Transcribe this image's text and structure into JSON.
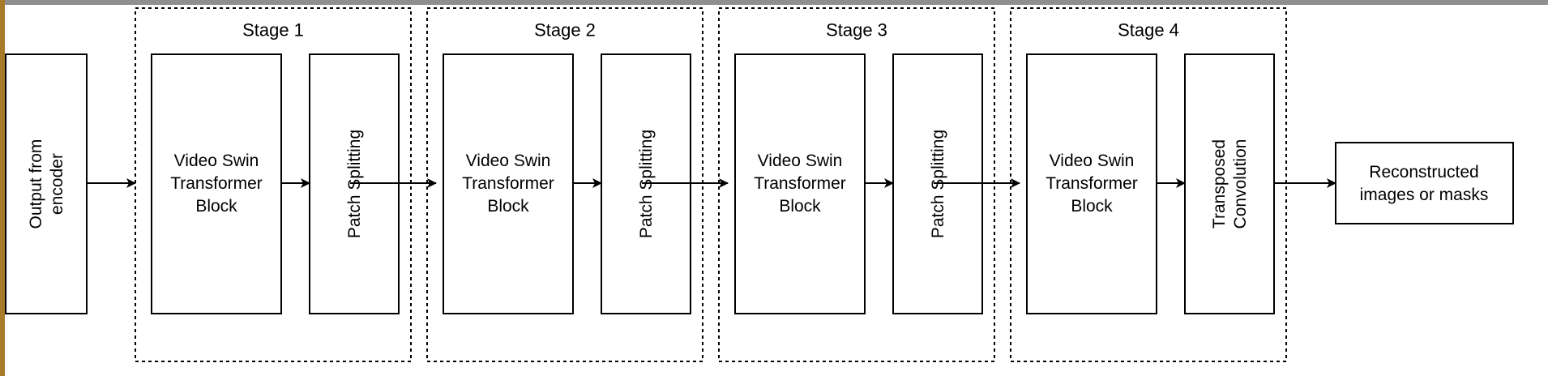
{
  "diagram": {
    "input_node": {
      "lines": [
        "Output from",
        "encoder"
      ]
    },
    "output_node": {
      "lines": [
        "Reconstructed",
        "images or masks"
      ]
    },
    "stages": [
      {
        "title": "Stage 1",
        "block": {
          "lines": [
            "Video Swin",
            "Transformer",
            "Block"
          ]
        },
        "op": {
          "lines": [
            "Patch Splitting"
          ]
        }
      },
      {
        "title": "Stage 2",
        "block": {
          "lines": [
            "Video Swin",
            "Transformer",
            "Block"
          ]
        },
        "op": {
          "lines": [
            "Patch Splitting"
          ]
        }
      },
      {
        "title": "Stage 3",
        "block": {
          "lines": [
            "Video Swin",
            "Transformer",
            "Block"
          ]
        },
        "op": {
          "lines": [
            "Patch Splitting"
          ]
        }
      },
      {
        "title": "Stage 4",
        "block": {
          "lines": [
            "Video Swin",
            "Transformer",
            "Block"
          ]
        },
        "op": {
          "lines": [
            "Transposed",
            "Convolution"
          ]
        }
      }
    ],
    "colors": {
      "stroke": "#000000",
      "top_bar": "#8f8f8f",
      "left_bar": "#a67c2a"
    }
  }
}
